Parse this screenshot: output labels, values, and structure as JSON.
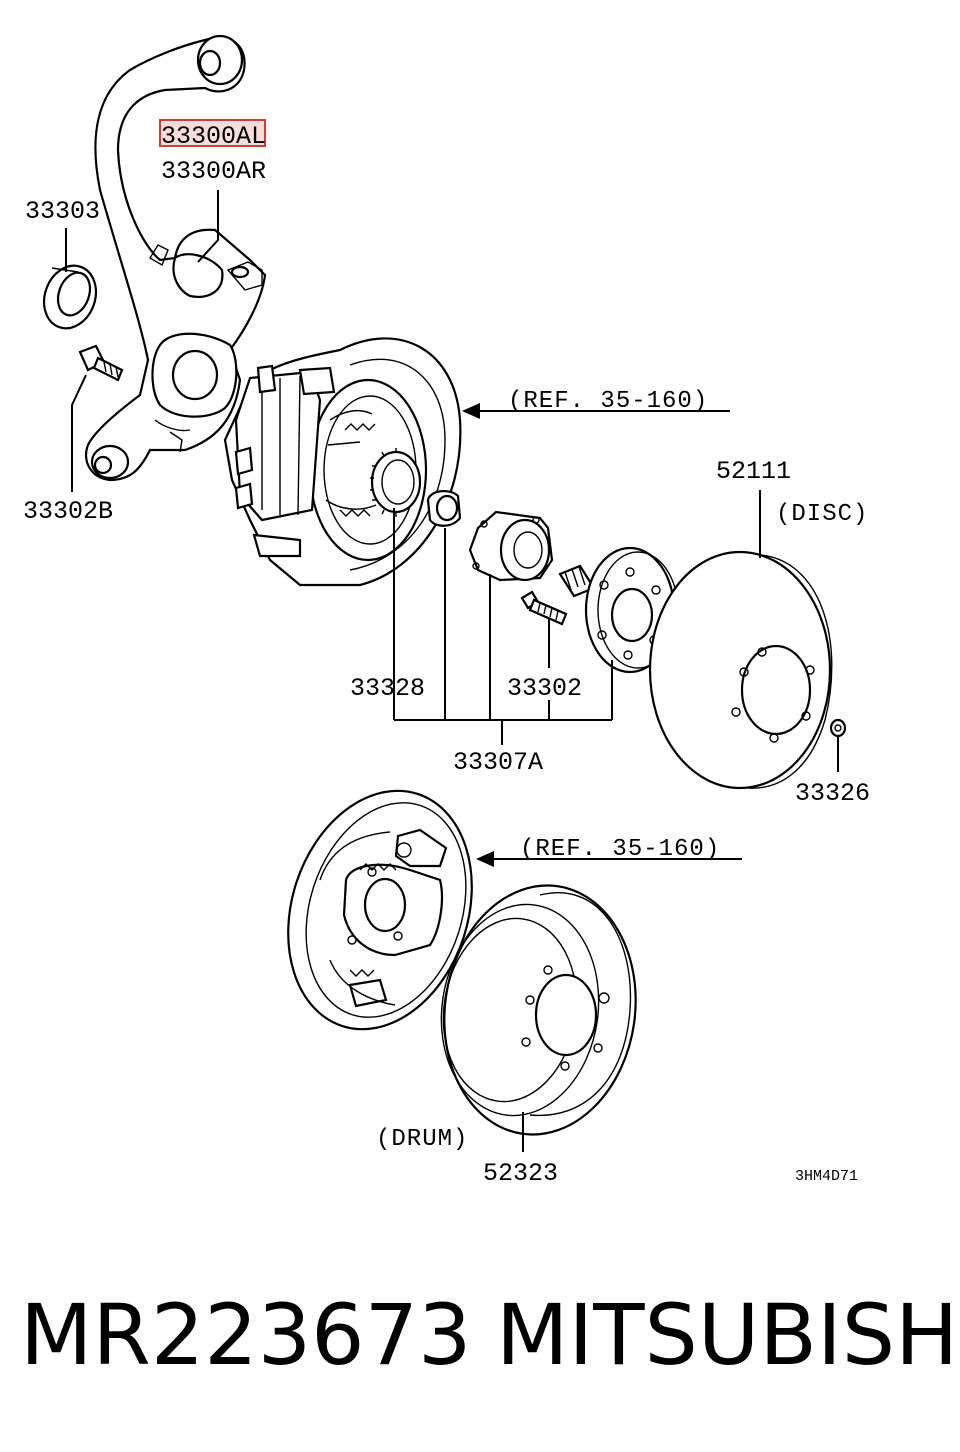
{
  "labels": {
    "p33300AL": "33300AL",
    "p33300AR": "33300AR",
    "p33303": "33303",
    "p33302B": "33302B",
    "ref_upper": "(REF. 35-160)",
    "p52111": "52111",
    "disc": "(DISC)",
    "p33328": "33328",
    "p33302": "33302",
    "p33307A": "33307A",
    "p33326": "33326",
    "ref_lower": "(REF. 35-160)",
    "drum": "(DRUM)",
    "p52323": "52323",
    "diagram_code": "3HM4D71"
  },
  "highlight_part": "33300AL",
  "footer": {
    "part_number": "MR223673",
    "brand": "MITSUBISHI"
  },
  "colors": {
    "highlight": "#d23c3c"
  }
}
